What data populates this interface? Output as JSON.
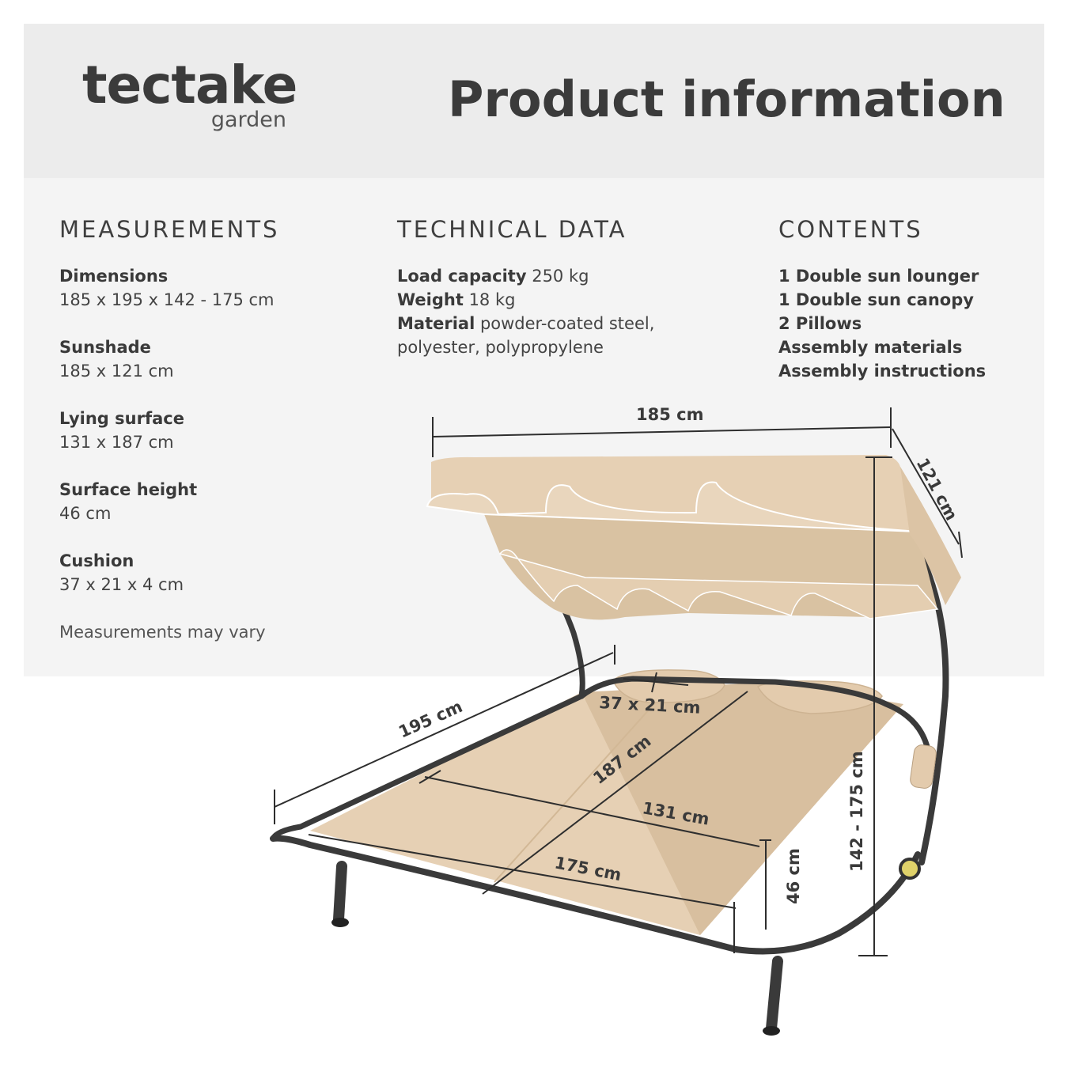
{
  "brand": {
    "name": "tectake",
    "subline": "garden"
  },
  "title": "Product information",
  "measurements": {
    "heading": "MEASUREMENTS",
    "items": [
      {
        "label": "Dimensions",
        "value": "185 x 195 x 142 - 175 cm"
      },
      {
        "label": "Sunshade",
        "value": "185 x 121 cm"
      },
      {
        "label": "Lying surface",
        "value": "131 x 187 cm"
      },
      {
        "label": "Surface height",
        "value": "46 cm"
      },
      {
        "label": "Cushion",
        "value": "37 x 21 x 4 cm"
      }
    ],
    "note": "Measurements may vary"
  },
  "technical": {
    "heading": "TECHNICAL DATA",
    "load_label": "Load capacity",
    "load_value": " 250 kg",
    "weight_label": "Weight",
    "weight_value": " 18 kg",
    "material_label": "Material",
    "material_value": " powder-coated steel,",
    "material_cont": "polyester, polypropylene"
  },
  "contents": {
    "heading": "CONTENTS",
    "items": [
      "1 Double sun lounger",
      "1 Double sun canopy",
      "2 Pillows",
      "Assembly materials",
      "Assembly instructions"
    ]
  },
  "diagram": {
    "labels": {
      "canopy_width": "185 cm",
      "canopy_depth": "121 cm",
      "pillow": "37 x 21 cm",
      "length": "195 cm",
      "surface_length": "187 cm",
      "surface_width": "131 cm",
      "width": "175 cm",
      "surface_height": "46 cm",
      "total_height": "142 - 175 cm"
    },
    "colors": {
      "fabric": "#e6d0b4",
      "fabric_shadow": "#d8bf9f",
      "frame": "#3a3a3a",
      "dimension_line": "#2e2e2e"
    }
  }
}
